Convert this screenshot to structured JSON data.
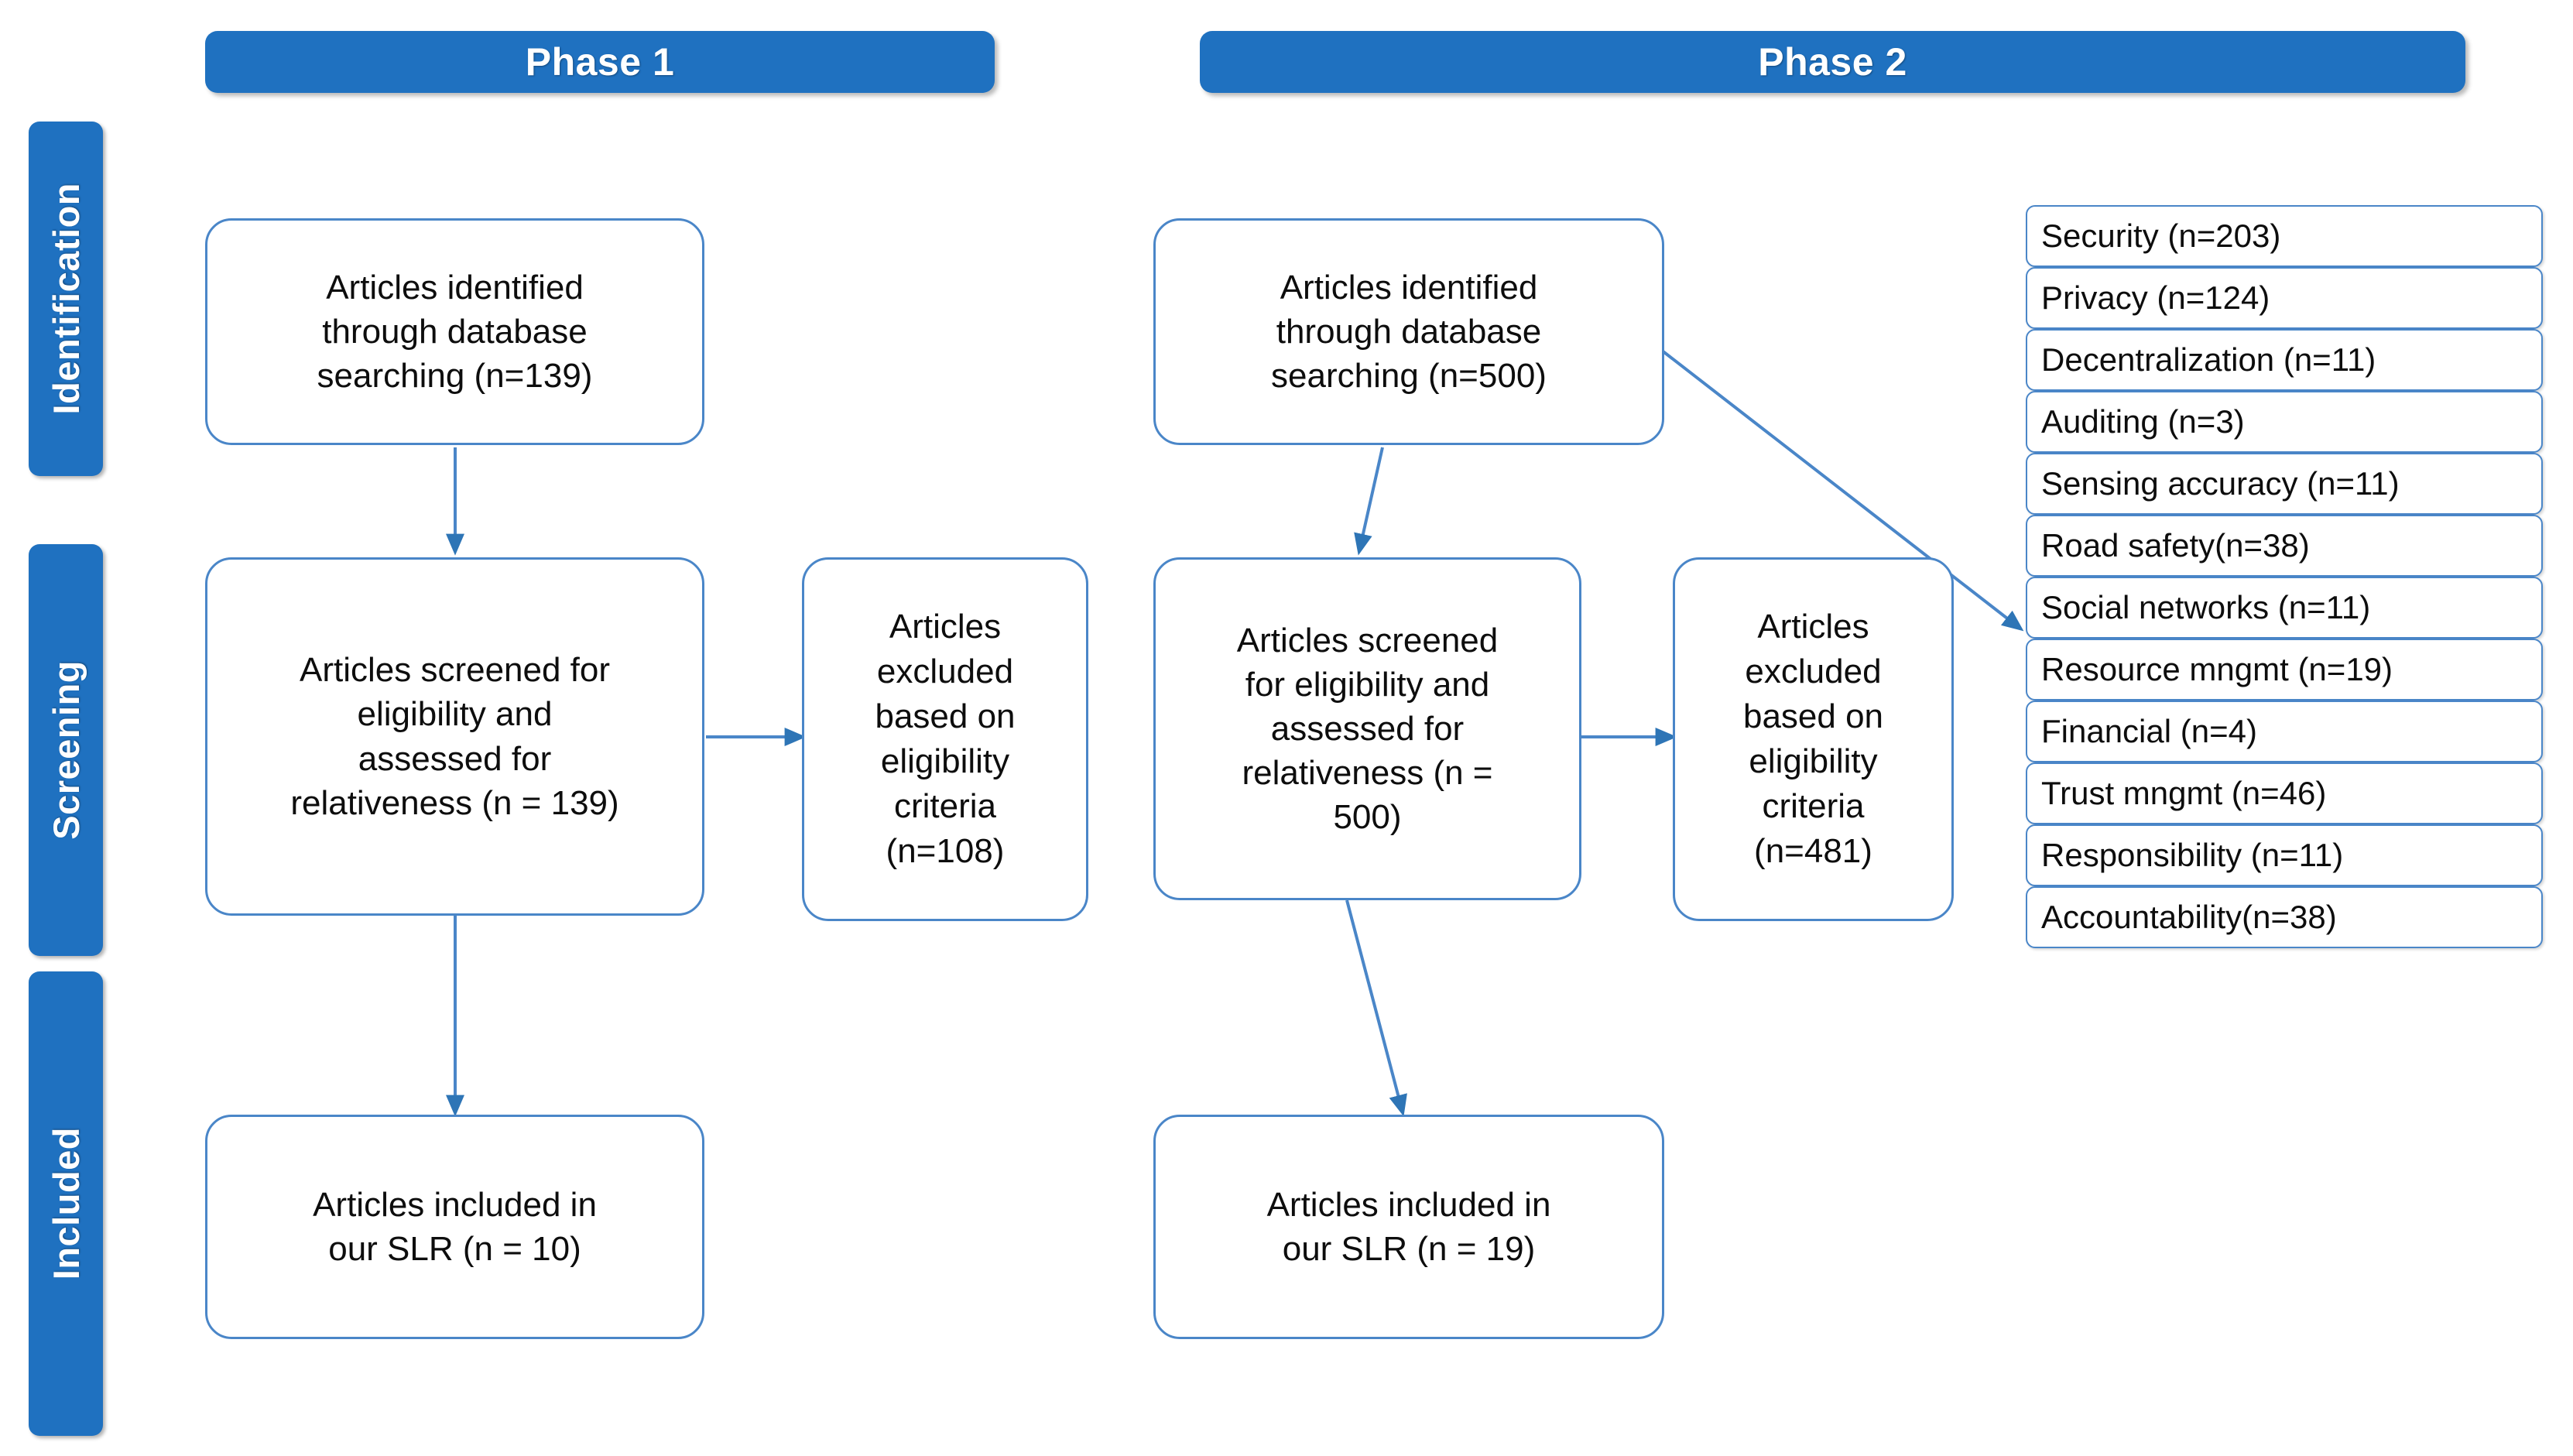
{
  "figure": {
    "type": "prisma-flow-diagram",
    "accent_color": "#1F71C0",
    "box_border_color": "#4A86C8",
    "connector_color": "#4A86C8",
    "background_color": "#FFFFFF",
    "text_color": "#0D0D0D"
  },
  "stages": [
    {
      "label": "Identification"
    },
    {
      "label": "Screening"
    },
    {
      "label": "Included"
    }
  ],
  "phases": [
    {
      "label": "Phase 1"
    },
    {
      "label": "Phase 2"
    }
  ],
  "phase1": {
    "identification": "Articles identified\nthrough database\nsearching (n=139)",
    "screening": "Articles screened for\neligibility and\nassessed for\nrelativeness (n = 139)",
    "excluded": "Articles\nexcluded\nbased on\neligibility\ncriteria\n(n=108)",
    "included": "Articles included in\nour SLR (n = 10)"
  },
  "phase2": {
    "identification": "Articles identified\nthrough database\nsearching (n=500)",
    "screening": "Articles screened\nfor eligibility and\nassessed for\nrelativeness (n =\n500)",
    "excluded": "Articles\nexcluded\nbased on\neligibility\ncriteria\n(n=481)",
    "included": "Articles included in\nour SLR (n = 19)"
  },
  "categories": [
    {
      "label": "Security (n=203)",
      "name": "security",
      "n": 203
    },
    {
      "label": "Privacy (n=124)",
      "name": "privacy",
      "n": 124
    },
    {
      "label": "Decentralization (n=11)",
      "name": "decentralization",
      "n": 11
    },
    {
      "label": "Auditing (n=3)",
      "name": "auditing",
      "n": 3
    },
    {
      "label": "Sensing accuracy (n=11)",
      "name": "sensing-accuracy",
      "n": 11
    },
    {
      "label": "Road safety(n=38)",
      "name": "road-safety",
      "n": 38
    },
    {
      "label": "Social networks (n=11)",
      "name": "social-networks",
      "n": 11
    },
    {
      "label": "Resource mngmt (n=19)",
      "name": "resource-mngmt",
      "n": 19
    },
    {
      "label": "Financial (n=4)",
      "name": "financial",
      "n": 4
    },
    {
      "label": "Trust mngmt (n=46)",
      "name": "trust-mngmt",
      "n": 46
    },
    {
      "label": "Responsibility (n=11)",
      "name": "responsibility",
      "n": 11
    },
    {
      "label": "Accountability(n=38)",
      "name": "accountability",
      "n": 38
    }
  ],
  "chart_data": {
    "type": "diagram",
    "title": "PRISMA two-phase systematic literature review flow",
    "phase1_counts": {
      "identified": 139,
      "screened": 139,
      "excluded": 108,
      "included": 10
    },
    "phase2_counts": {
      "identified": 500,
      "screened": 500,
      "excluded": 481,
      "included": 19
    },
    "categories": [
      "Security",
      "Privacy",
      "Decentralization",
      "Auditing",
      "Sensing accuracy",
      "Road safety",
      "Social networks",
      "Resource mngmt",
      "Financial",
      "Trust mngmt",
      "Responsibility",
      "Accountability"
    ],
    "values": [
      203,
      124,
      11,
      3,
      11,
      38,
      11,
      19,
      4,
      46,
      11,
      38
    ]
  }
}
